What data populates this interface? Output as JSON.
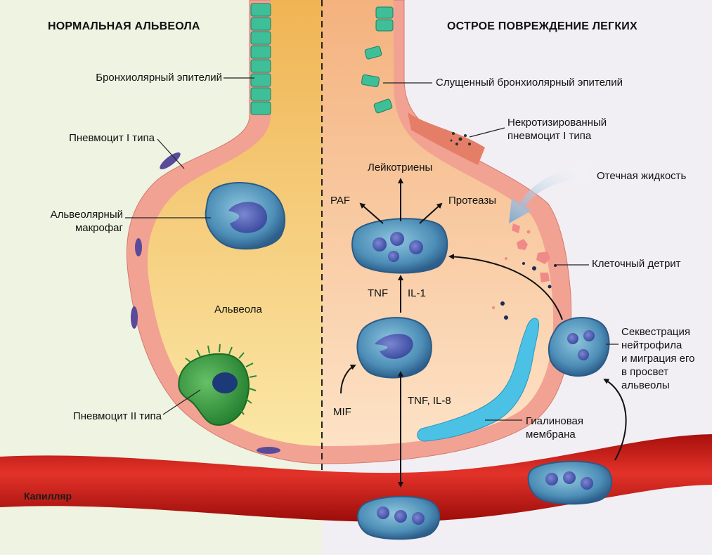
{
  "headings": {
    "left": "НОРМАЛЬНАЯ АЛЬВЕОЛА",
    "right": "ОСТРОЕ ПОВРЕЖДЕНИЕ ЛЕГКИХ"
  },
  "left_labels": {
    "bronchiolar_epithelium": "Бронхиолярный эпителий",
    "type1_pneumocyte": "Пневмоцит I типа",
    "alveolar_macrophage": "Альвеолярный\nмакрофаг",
    "alveolus": "Альвеола",
    "type2_pneumocyte": "Пневмоцит II типа",
    "capillary": "Капилляр"
  },
  "right_labels": {
    "shed_epithelium": "Слущенный бронхиолярный эпителий",
    "necrotic_type1": "Некротизированный\nпневмоцит I типа",
    "edema_fluid": "Отечная жидкость",
    "cell_debris": "Клеточный детрит",
    "neutrophil_sequestration": "Секвестрация\nнейтрофила\nи миграция его\nв просвет\nальвеолы",
    "hyaline_membrane": "Гиалиновая\nмембрана"
  },
  "mediators": {
    "leukotrienes": "Лейкотриены",
    "paf": "PAF",
    "proteases": "Протеазы",
    "tnf": "TNF",
    "il1": "IL-1",
    "tnf_il8": "TNF, IL-8",
    "mif": "MIF"
  },
  "colors": {
    "background_left": "#eef3e2",
    "background_right": "#f2eff4",
    "alveolus_fill_left": "#f2c766",
    "alveolus_fill_right": "#f6c89c",
    "wall": "#f2a293",
    "epithelium": "#3fbf98",
    "macrophage": "#3f7fb0",
    "type2_pneumocyte": "#2e8f3a",
    "capillary": "#cf1c15",
    "hyaline_membrane": "#4cc1e6"
  }
}
